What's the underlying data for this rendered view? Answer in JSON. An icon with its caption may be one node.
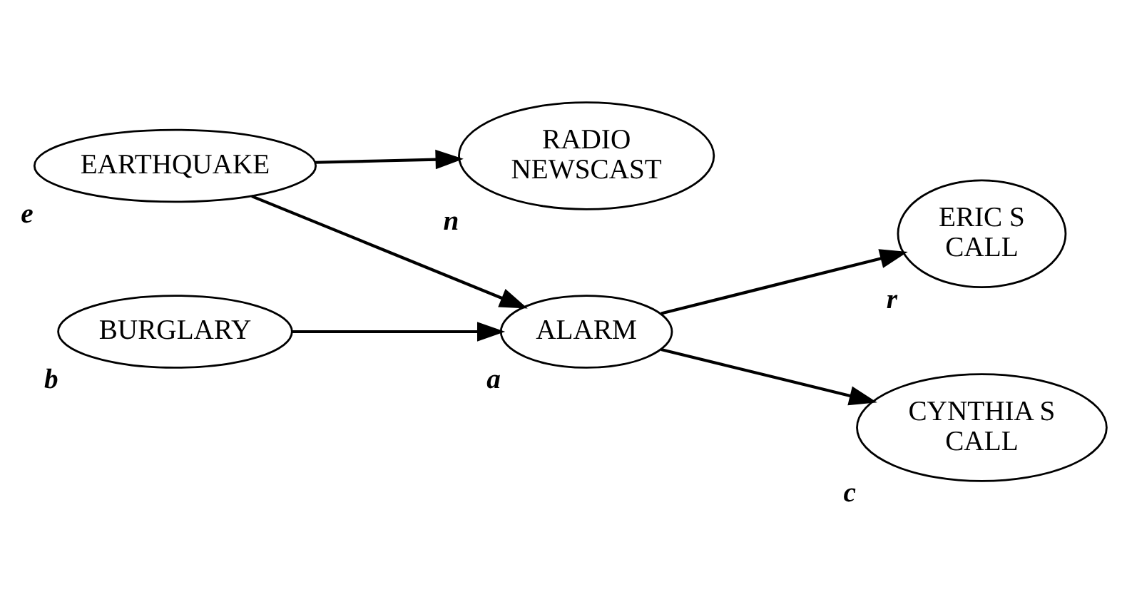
{
  "diagram": {
    "nodes": [
      {
        "text": [
          "EARTHQUAKE"
        ],
        "beside": [
          "e"
        ]
      },
      {
        "text": [
          "BURGLARY"
        ],
        "beside": [
          "b"
        ]
      },
      {
        "text": [
          "RADIO NEWSCAST"
        ],
        "beside": [
          "n"
        ]
      },
      {
        "text": [
          "ALARM"
        ],
        "beside": [
          "a"
        ]
      },
      {
        "text": [
          "ERIC S CALL"
        ],
        "beside": [
          "r"
        ]
      },
      {
        "text": [
          "CYNTHIA S CALL"
        ],
        "beside": [
          "c"
        ]
      }
    ],
    "edges": [
      {
        "from": 0,
        "to": 2,
        "arrow": "to"
      },
      {
        "from": 0,
        "to": 3,
        "arrow": "to"
      },
      {
        "from": 1,
        "to": 3,
        "arrow": "to"
      },
      {
        "from": 3,
        "to": 4,
        "arrow": "to"
      },
      {
        "from": 3,
        "to": 5,
        "arrow": "to"
      }
    ]
  }
}
